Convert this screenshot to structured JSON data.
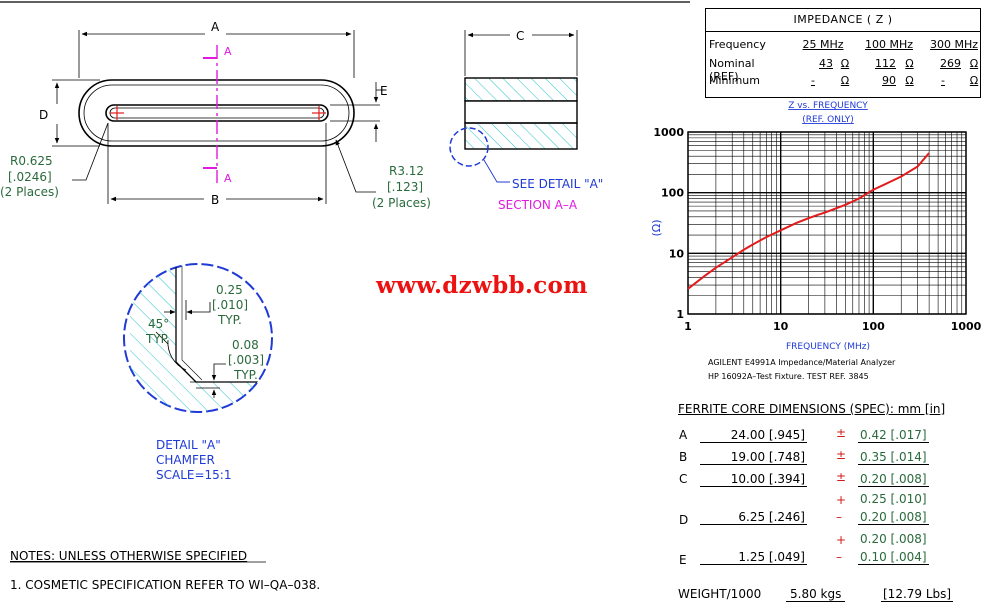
{
  "watermark": "www.dzwbb.com",
  "drawing": {
    "top_view": {
      "dim_a": "A",
      "dim_b": "B",
      "dim_d": "D",
      "dim_e": "E",
      "section_mark_top": "A",
      "section_mark_bottom": "A",
      "r_small_line1": "R0.625",
      "r_small_line2": "[.0246]",
      "r_small_line3": "(2 Places)",
      "r_large_line1": "R3.12",
      "r_large_line2": "[.123]",
      "r_large_line3": "(2 Places)"
    },
    "section_view": {
      "dim_c": "C",
      "see_detail": "SEE DETAIL \"A\"",
      "section_label": "SECTION A–A"
    },
    "detail_view": {
      "dim1_line1": "0.25",
      "dim1_line2": "[.010]",
      "dim1_line3": "TYP.",
      "angle_line1": "45°",
      "angle_line2": "TYP.",
      "dim2_line1": "0.08",
      "dim2_line2": "[.003]",
      "dim2_line3": "TYP.",
      "caption_line1": "DETAIL \"A\"",
      "caption_line2": "CHAMFER",
      "caption_line3": "SCALE=15:1"
    },
    "notes": {
      "heading": "NOTES:  UNLESS  OTHERWISE  SPECIFIED",
      "item1": "1.  COSMETIC  SPECIFICATION  REFER  TO  WI–QA–038."
    }
  },
  "impedance_table": {
    "title": "IMPEDANCE  ( Z )",
    "rows": [
      {
        "label": "Frequency",
        "cells": [
          "25 MHz",
          "100 MHz",
          "300 MHz"
        ]
      },
      {
        "label": "Nominal (REF)",
        "cells": [
          "43",
          "112",
          "269"
        ],
        "unit": "Ω"
      },
      {
        "label": "Minimum",
        "cells": [
          "-",
          "90",
          "-"
        ],
        "unit": "Ω"
      }
    ]
  },
  "chart_data": {
    "type": "line",
    "title": "Z  vs.  FREQUENCY",
    "subtitle": "(REF.  ONLY)",
    "xlabel": "FREQUENCY (MHz)",
    "ylabel": "(Ω)",
    "x_scale": "log",
    "y_scale": "log",
    "xlim": [
      1,
      1000
    ],
    "ylim": [
      1,
      1000
    ],
    "x_ticks": [
      "1",
      "10",
      "100",
      "1000"
    ],
    "y_ticks": [
      "1",
      "10",
      "100",
      "1000"
    ],
    "grid": true,
    "line_color": "#e31b1b",
    "series": [
      {
        "x": [
          1,
          1.5,
          2,
          3,
          4,
          5,
          7,
          10,
          15,
          20,
          25,
          30,
          50,
          70,
          100,
          150,
          200,
          300,
          400
        ],
        "y": [
          2.6,
          4.2,
          5.8,
          8.6,
          11.5,
          14,
          18.5,
          24,
          32,
          38,
          43,
          47,
          63,
          80,
          112,
          150,
          185,
          269,
          450
        ]
      }
    ],
    "footnote_line1": "AGILENT  E4991A  Impedance/Material  Analyzer",
    "footnote_line2": "HP  16092A–Test  Fixture.   TEST  REF.  3845"
  },
  "ferrite_dims": {
    "heading": "FERRITE  CORE  DIMENSIONS  (SPEC):  mm  [in]",
    "rows": [
      {
        "letter": "A",
        "value": "24.00 [.945]",
        "tol": "0.42 [.017]"
      },
      {
        "letter": "B",
        "value": "19.00 [.748]",
        "tol": "0.35 [.014]"
      },
      {
        "letter": "C",
        "value": "10.00 [.394]",
        "tol": "0.20 [.008]"
      },
      {
        "letter": "D",
        "value": "6.25 [.246]",
        "tol_plus": "0.25 [.010]",
        "tol_minus": "0.20 [.008]"
      },
      {
        "letter": "E",
        "value": "1.25 [.049]",
        "tol_plus": "0.20 [.008]",
        "tol_minus": "0.10 [.004]"
      }
    ],
    "pm_symbol": "±",
    "plus_symbol": "+",
    "minus_symbol": "–",
    "weight_label": "WEIGHT/1000",
    "weight_kg": "5.80  kgs",
    "weight_lbs": "[12.79  Lbs]"
  }
}
